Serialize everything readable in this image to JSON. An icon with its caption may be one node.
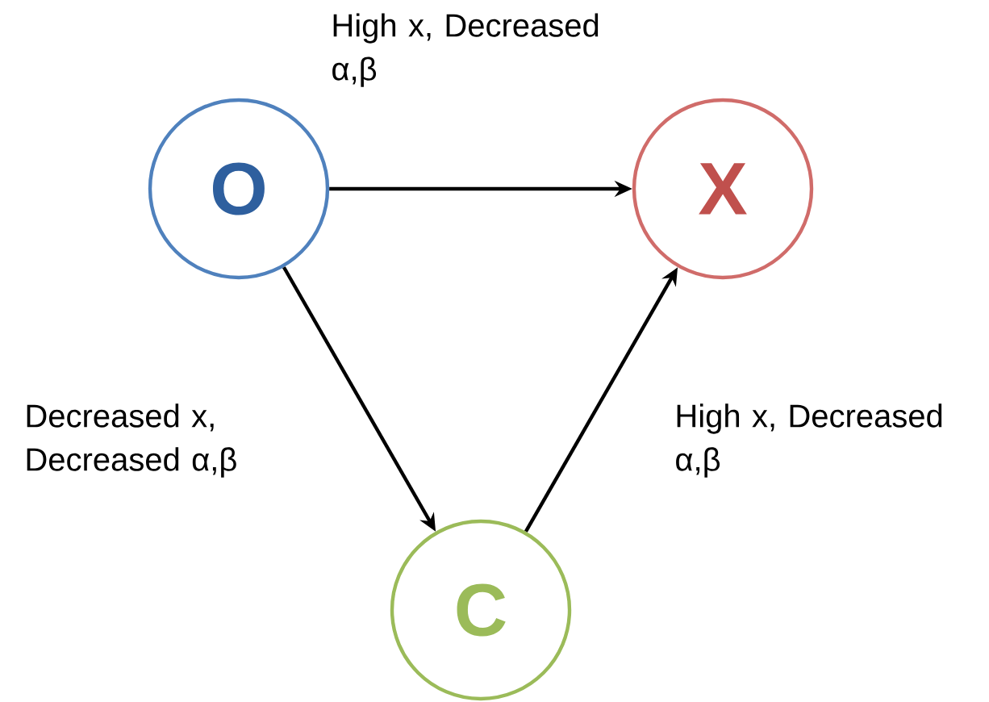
{
  "diagram": {
    "nodes": [
      {
        "text": [
          "O"
        ]
      },
      {
        "text": [
          "X"
        ]
      },
      {
        "text": [
          "C"
        ]
      }
    ],
    "edges": [
      {
        "from": 0,
        "to": 1,
        "arrow": "to",
        "label": "High x, Decreased α,β"
      },
      {
        "from": 0,
        "to": 2,
        "arrow": "to",
        "label": "Decreased x, Decreased α,β"
      },
      {
        "from": 2,
        "to": 1,
        "arrow": "to",
        "label": "High x, Decreased α,β"
      }
    ]
  }
}
